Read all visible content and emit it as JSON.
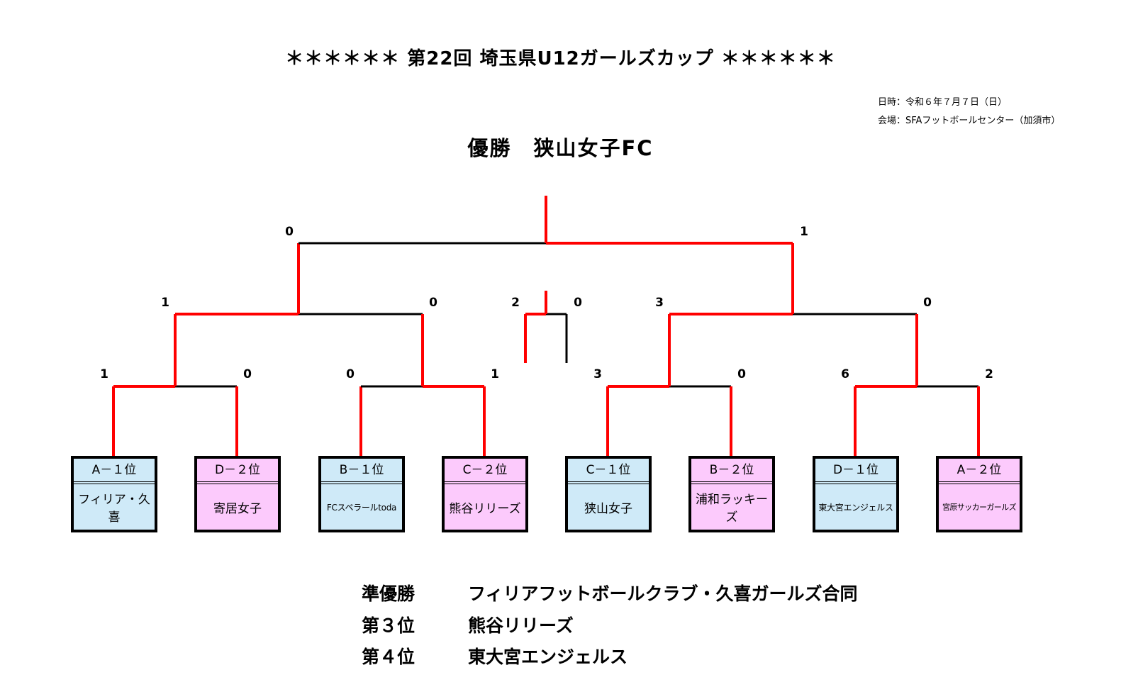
{
  "title": "＊＊＊＊＊＊ 第22回  埼玉県U12ガールズカップ ＊＊＊＊＊＊",
  "info": {
    "date": "日時：令和６年７月７日（日）",
    "venue": "会場：SFAフットボールセンター（加須市）"
  },
  "champion": "優勝　狭山女子FC",
  "teams": [
    {
      "seed": "A－１位",
      "name": "フィリア・久喜",
      "color": "#cfeaf8"
    },
    {
      "seed": "D－２位",
      "name": "寄居女子",
      "color": "#fccafc"
    },
    {
      "seed": "B－１位",
      "name": "FCスペラールtoda",
      "color": "#cfeaf8"
    },
    {
      "seed": "C－２位",
      "name": "熊谷リリーズ",
      "color": "#fccafc"
    },
    {
      "seed": "C－１位",
      "name": "狭山女子",
      "color": "#cfeaf8"
    },
    {
      "seed": "B－２位",
      "name": "浦和ラッキーズ",
      "color": "#fccafc"
    },
    {
      "seed": "D－１位",
      "name": "東大宮エンジェルス",
      "color": "#cfeaf8"
    },
    {
      "seed": "A－２位",
      "name": "宮原サッカーガールズ",
      "color": "#fccafc"
    }
  ],
  "scores": {
    "round1": [
      "1",
      "0",
      "0",
      "1",
      "3",
      "0",
      "6",
      "2"
    ],
    "semifinal": [
      "1",
      "0",
      "3",
      "0"
    ],
    "third_place": [
      "2",
      "0"
    ],
    "final": [
      "0",
      "1"
    ]
  },
  "results": [
    {
      "label": "準優勝",
      "value": "フィリアフットボールクラブ・久喜ガールズ合同"
    },
    {
      "label": "第３位",
      "value": "熊谷リリーズ"
    },
    {
      "label": "第４位",
      "value": "東大宮エンジェルス"
    }
  ],
  "colors": {
    "win_line": "#ff0000",
    "lose_line": "#000000",
    "seed_blue": "#cfeaf8",
    "seed_pink": "#fccafc"
  }
}
